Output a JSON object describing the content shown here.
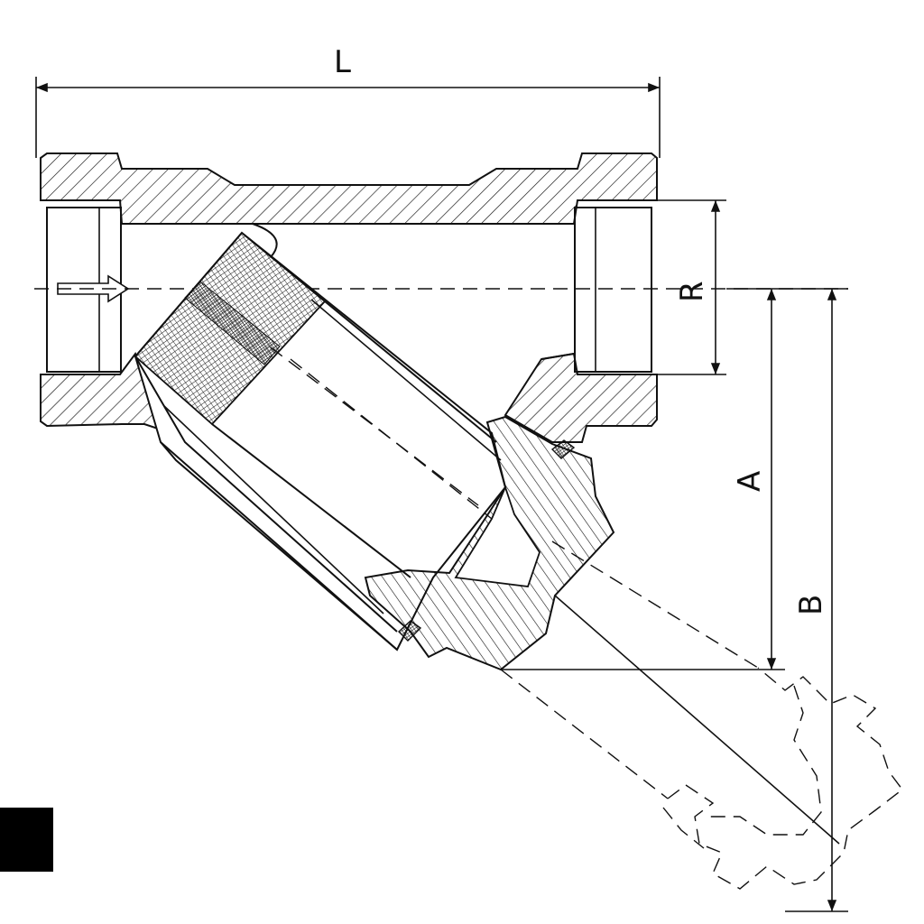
{
  "drawing": {
    "dimensions": {
      "L": "L",
      "R": "R",
      "A": "A",
      "B": "B"
    },
    "colors": {
      "line": "#111111",
      "background": "#ffffff",
      "marker": "#000000"
    }
  }
}
